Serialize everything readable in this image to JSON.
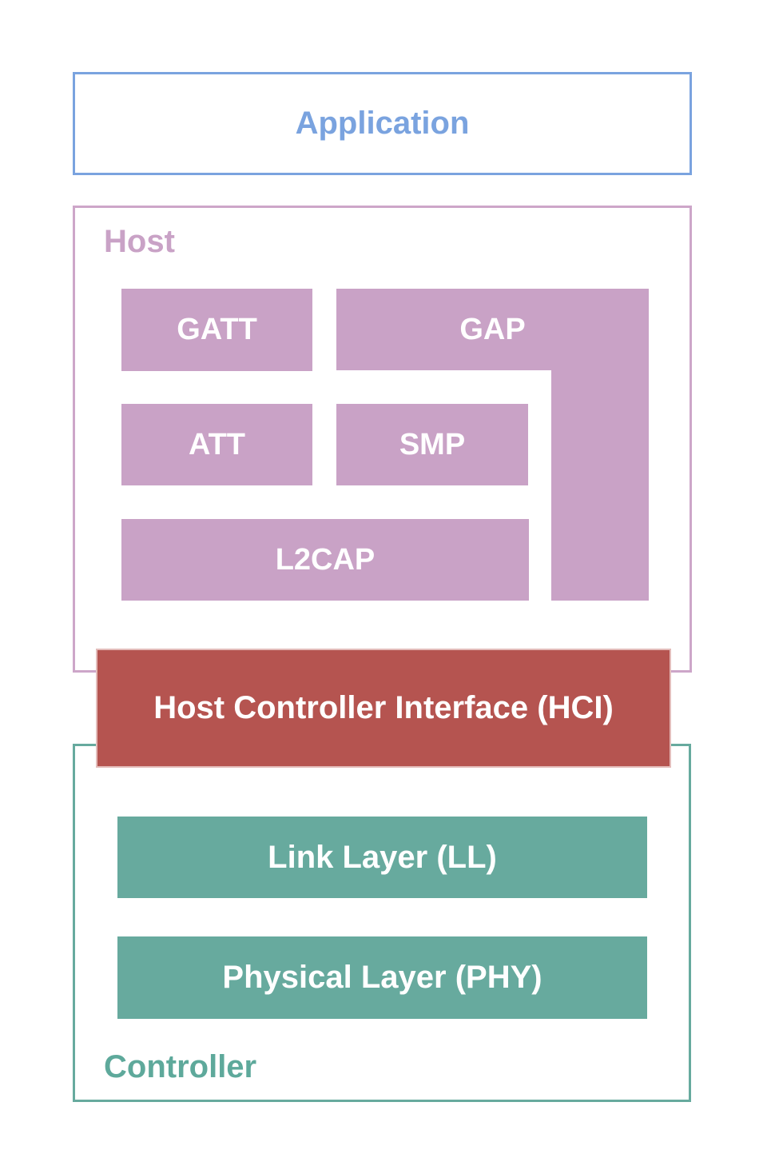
{
  "diagram": {
    "application": {
      "label": "Application"
    },
    "host": {
      "label": "Host",
      "blocks": {
        "gatt": "GATT",
        "gap": "GAP",
        "att": "ATT",
        "smp": "SMP",
        "l2cap": "L2CAP"
      }
    },
    "hci": {
      "label": "Host Controller Interface (HCI)"
    },
    "controller": {
      "label": "Controller",
      "blocks": {
        "link_layer": "Link Layer (LL)",
        "physical_layer": "Physical Layer (PHY)"
      }
    },
    "colors": {
      "application_blue": "#7aa3df",
      "host_pink_fill": "#c9a2c6",
      "host_pink_border": "#cda6c9",
      "hci_red": "#b55450",
      "controller_teal": "#67aa9e",
      "block_text": "#ffffff",
      "background": "#ffffff"
    }
  }
}
